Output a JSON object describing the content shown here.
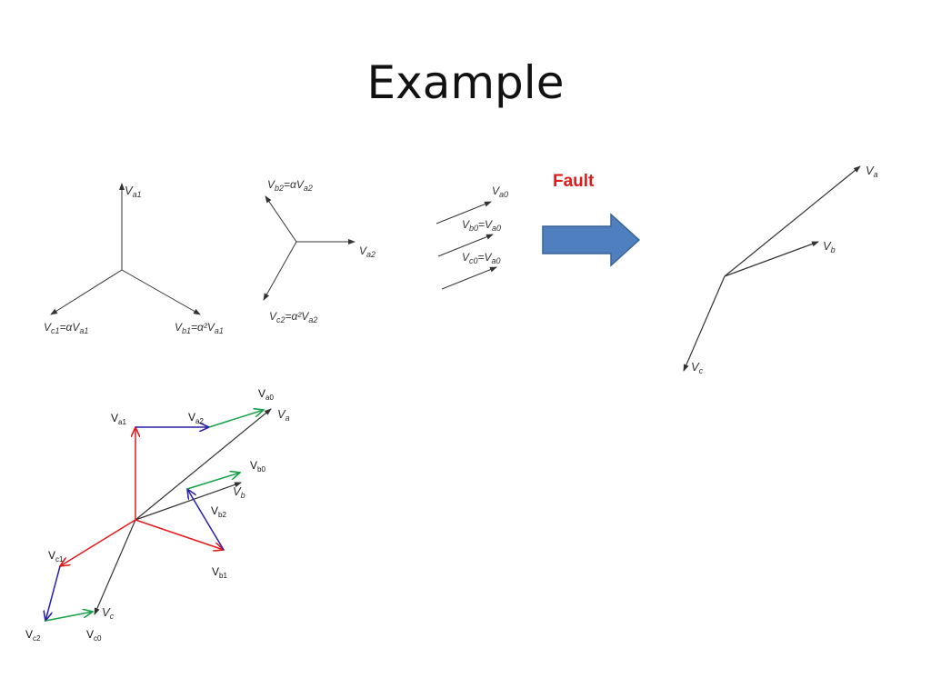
{
  "slide": {
    "title": "Example"
  },
  "fault_arrow": {
    "label": "Fault",
    "label_color": "#e01a1a",
    "fill_color": "#4f7fbf"
  },
  "colors": {
    "positive_seq": "#e01a1a",
    "negative_seq": "#2a1fa8",
    "zero_seq": "#18a048",
    "original": "#333333"
  },
  "positive_sequence": {
    "va": "V",
    "va_sub": "a1",
    "vb": "V",
    "vb_sub": "b1",
    "vb_eq": "=α²V",
    "vb_eq_sub": "a1",
    "vc": "V",
    "vc_sub": "c1",
    "vc_eq": "=αV",
    "vc_eq_sub": "a1"
  },
  "negative_sequence": {
    "va": "V",
    "va_sub": "a2",
    "vb": "V",
    "vb_sub": "b2",
    "vb_eq": "=αV",
    "vb_eq_sub": "a2",
    "vc": "V",
    "vc_sub": "c2",
    "vc_eq": "=α²V",
    "vc_eq_sub": "a2"
  },
  "zero_sequence": {
    "va": "V",
    "va_sub": "a0",
    "vb": "V",
    "vb_sub": "b0",
    "vb_eq": "=V",
    "vb_eq_sub": "a0",
    "vc": "V",
    "vc_sub": "c0",
    "vc_eq": "=V",
    "vc_eq_sub": "a0"
  },
  "faulted_phasors": {
    "va": "V",
    "va_sub": "a",
    "vb": "V",
    "vb_sub": "b",
    "vc": "V",
    "vc_sub": "c"
  },
  "composition": {
    "va1": "V",
    "va1_sub": "a1",
    "va2": "V",
    "va2_sub": "a2",
    "va0": "V",
    "va0_sub": "a0",
    "vb0": "V",
    "vb0_sub": "b0",
    "vb2": "V",
    "vb2_sub": "b2",
    "vb1": "V",
    "vb1_sub": "b1",
    "vc1": "V",
    "vc1_sub": "c1",
    "vc2": "V",
    "vc2_sub": "c2",
    "vc0": "V",
    "vc0_sub": "c0",
    "va": "V",
    "va_sub": "a",
    "vb": "V",
    "vb_sub": "b",
    "vc": "V",
    "vc_sub": "c"
  }
}
